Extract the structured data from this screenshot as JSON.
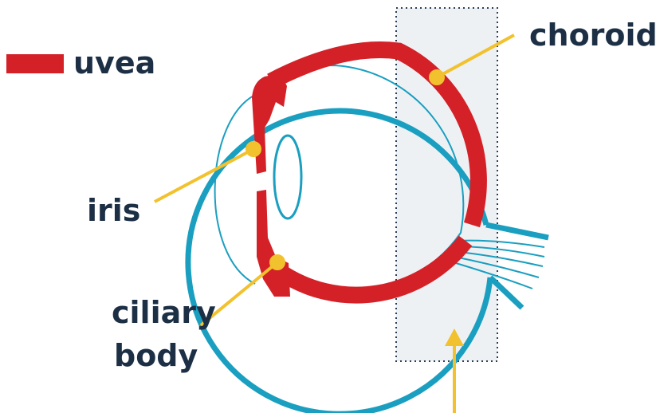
{
  "labels": {
    "legend": "uvea",
    "choroid": "choroid",
    "iris": "iris",
    "ciliary_line1": "ciliary",
    "ciliary_line2": "body"
  },
  "colors": {
    "uvea_red": "#d42128",
    "outline_teal": "#1a9fc0",
    "pointer_yellow": "#f2c12e",
    "text_dark": "#1c2f45",
    "box_fill": "#eef1f4",
    "box_border": "#2b3d55"
  }
}
